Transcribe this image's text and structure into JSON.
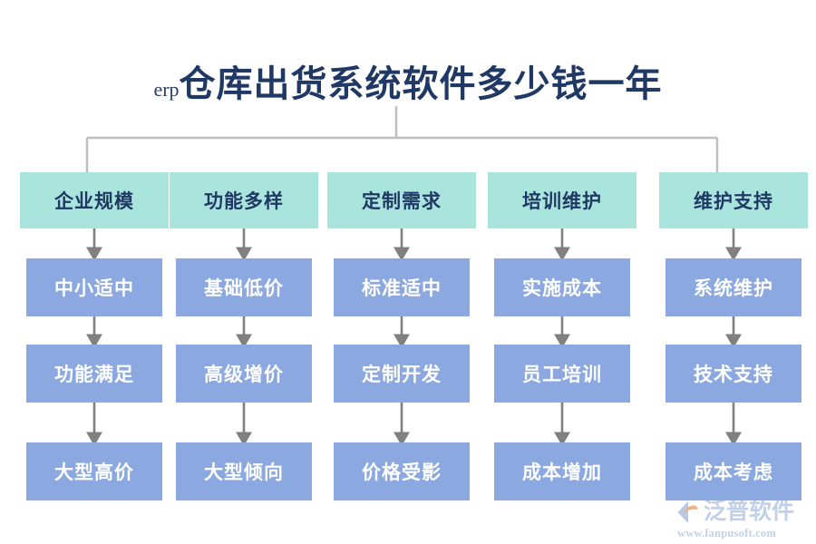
{
  "title": {
    "latin_prefix": "erp",
    "cjk": "仓库出货系统软件多少钱一年",
    "full": "erp仓库出货系统软件多少钱一年"
  },
  "colors": {
    "title_text": "#1f3864",
    "header_box_fill": "#a9e4dd",
    "header_box_text": "#1f3864",
    "node_box_fill": "#8ba8e0",
    "node_box_text": "#ffffff",
    "connector_line": "#bfbfbf",
    "arrow": "#808080",
    "logo_text": "#9ab4dd",
    "logo_mark_orange": "#e8833a",
    "background": "#ffffff"
  },
  "columns": [
    {
      "header": "企业规模",
      "nodes": [
        "中小适中",
        "功能满足",
        "大型高价"
      ]
    },
    {
      "header": "功能多样",
      "nodes": [
        "基础低价",
        "高级增价",
        "大型倾向"
      ]
    },
    {
      "header": "定制需求",
      "nodes": [
        "标准适中",
        "定制开发",
        "价格受影"
      ]
    },
    {
      "header": "培训维护",
      "nodes": [
        "实施成本",
        "员工培训",
        "成本增加"
      ]
    },
    {
      "header": "维护支持",
      "nodes": [
        "系统维护",
        "技术支持",
        "成本考虑"
      ]
    }
  ],
  "logo": {
    "brand": "泛普软件",
    "url": "www.fanpusoft.com",
    "mark": "fanpu-f-swoosh-icon"
  }
}
